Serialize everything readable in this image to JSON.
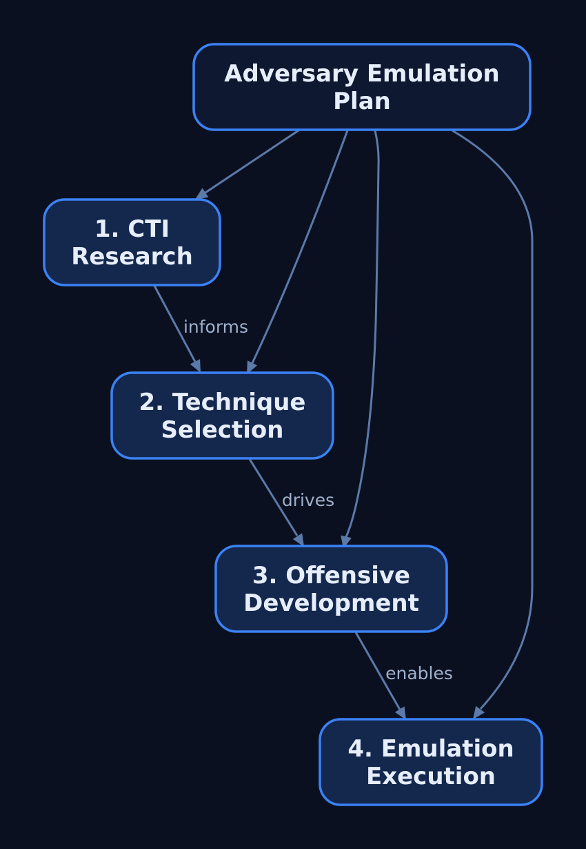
{
  "colors": {
    "background": "#0b1020",
    "root_fill": "#0e1830",
    "node_fill": "#14274d",
    "node_border": "#3b82f6",
    "node_text": "#e6edfb",
    "edge": "#5b7aa9",
    "edge_label": "#9fb0cc"
  },
  "nodes": [
    {
      "id": "root",
      "lines": [
        "Adversary Emulation",
        "Plan"
      ]
    },
    {
      "id": "cti",
      "lines": [
        "1. CTI",
        "Research"
      ]
    },
    {
      "id": "technique",
      "lines": [
        "2. Technique",
        "Selection"
      ]
    },
    {
      "id": "offensive",
      "lines": [
        "3. Offensive",
        "Development"
      ]
    },
    {
      "id": "execution",
      "lines": [
        "4. Emulation",
        "Execution"
      ]
    }
  ],
  "edges": [
    {
      "from": "root",
      "to": "cti",
      "label": ""
    },
    {
      "from": "root",
      "to": "technique",
      "label": ""
    },
    {
      "from": "root",
      "to": "offensive",
      "label": ""
    },
    {
      "from": "root",
      "to": "execution",
      "label": ""
    },
    {
      "from": "cti",
      "to": "technique",
      "label": "informs"
    },
    {
      "from": "technique",
      "to": "offensive",
      "label": "drives"
    },
    {
      "from": "offensive",
      "to": "execution",
      "label": "enables"
    }
  ]
}
